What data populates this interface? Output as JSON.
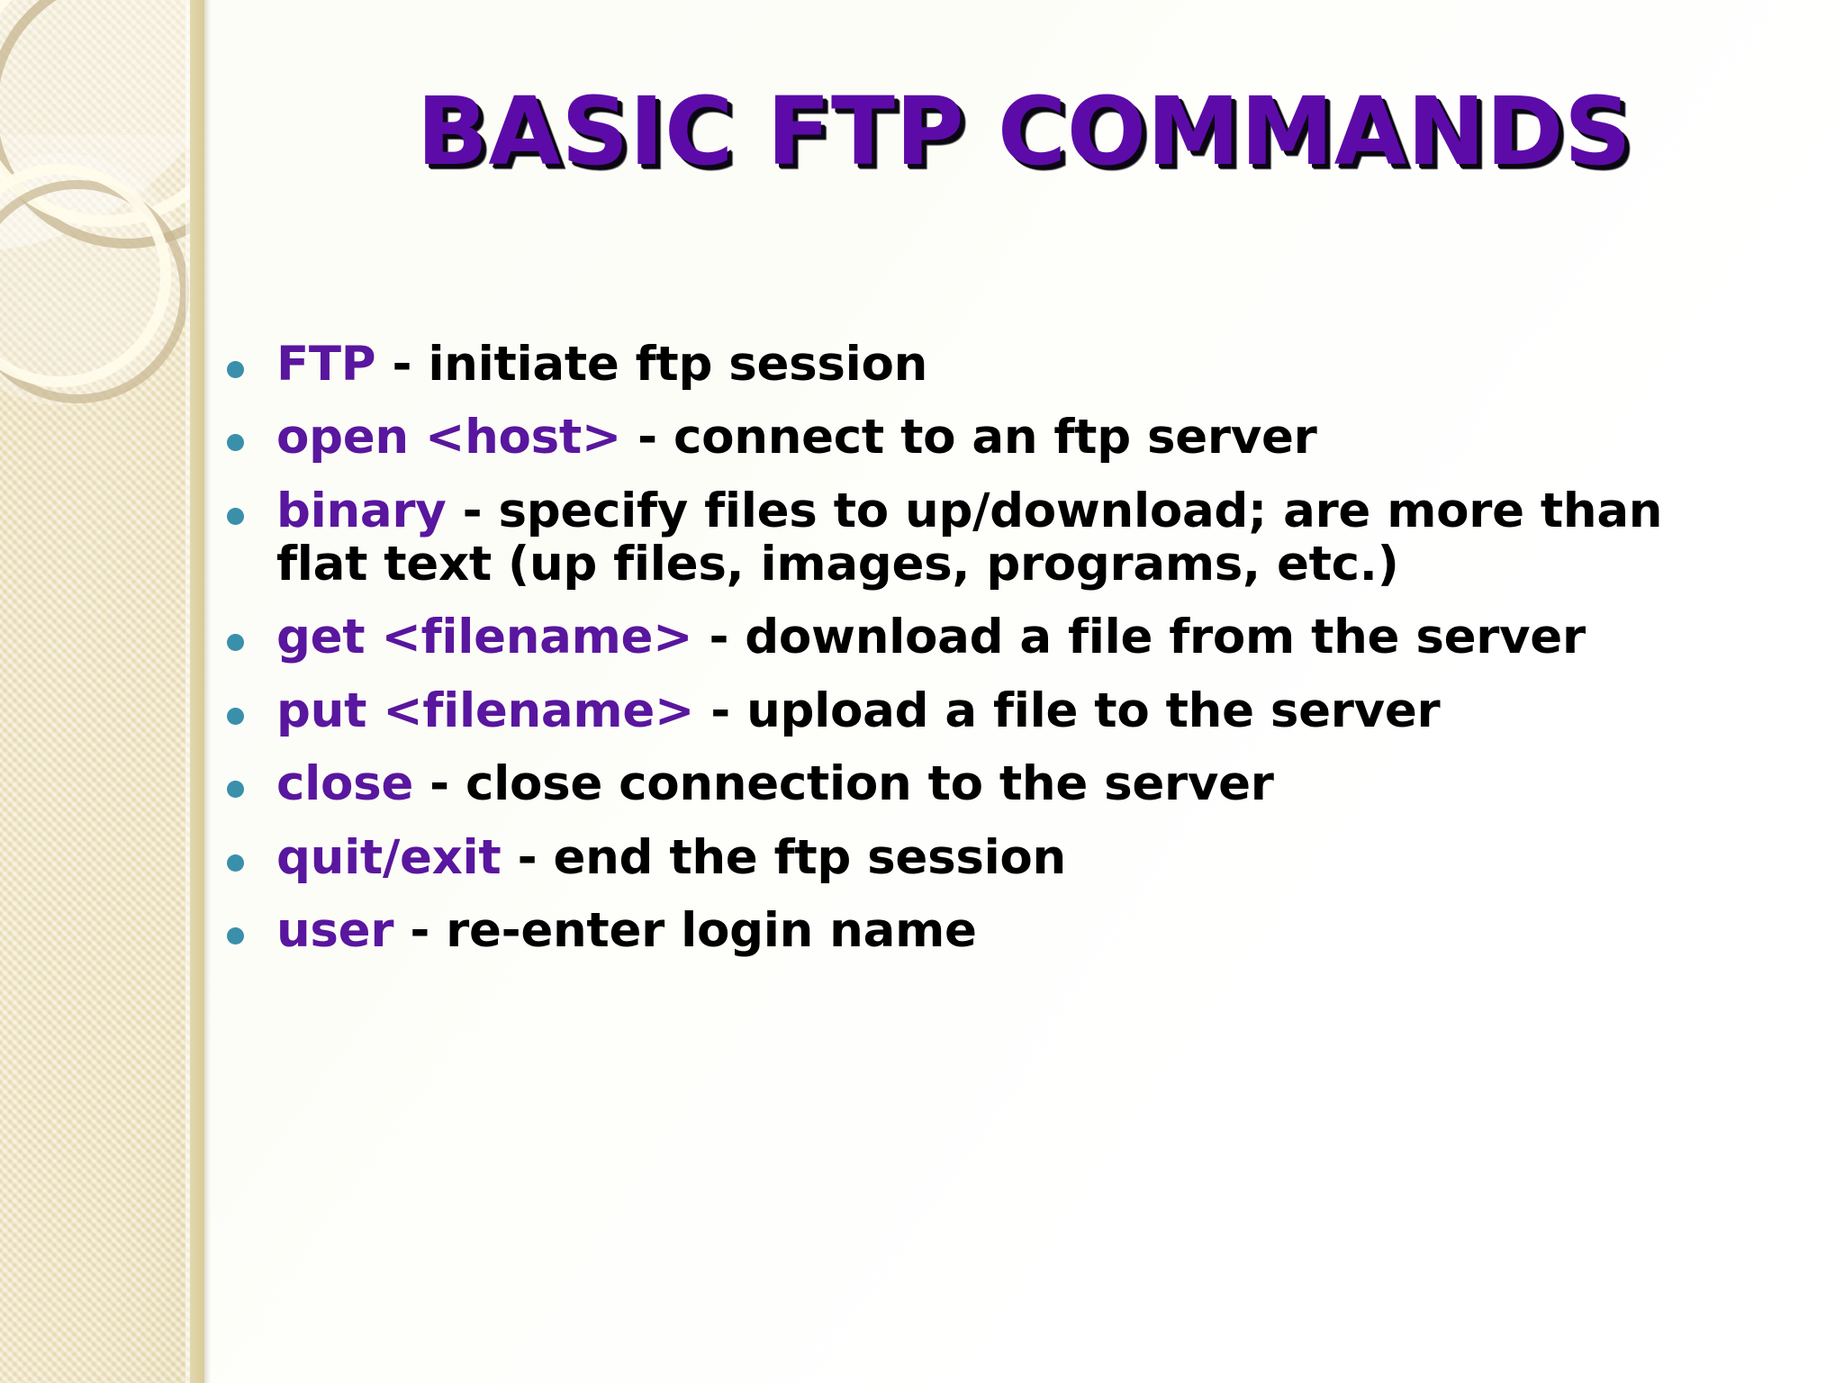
{
  "slide": {
    "title": "BASIC FTP COMMANDS",
    "title_color": "#5C0BA8",
    "title_shadow_color": "#0A0712",
    "body_text_color": "#000000",
    "command_color": "#59169E",
    "bullet_color": "#3A8FAB",
    "background_color": "#FFFFFF",
    "sidebar_color": "#EFE3C0"
  },
  "bullets": [
    {
      "command": "FTP",
      "description": " - initiate ftp session"
    },
    {
      "command": "open <host>",
      "description": " - connect to an ftp server"
    },
    {
      "command": "binary",
      "description": " - specify files to up/download; are more than flat text (up files, images, programs, etc.)"
    },
    {
      "command": "get <filename>",
      "description": " - download a file from the server"
    },
    {
      "command": "put <filename>",
      "description": " - upload a file to the server"
    },
    {
      "command": "close",
      "description": " - close connection to the server"
    },
    {
      "command": "quit/exit",
      "description": " - end the ftp session"
    },
    {
      "command": "user",
      "description": " - re-enter login name"
    }
  ]
}
